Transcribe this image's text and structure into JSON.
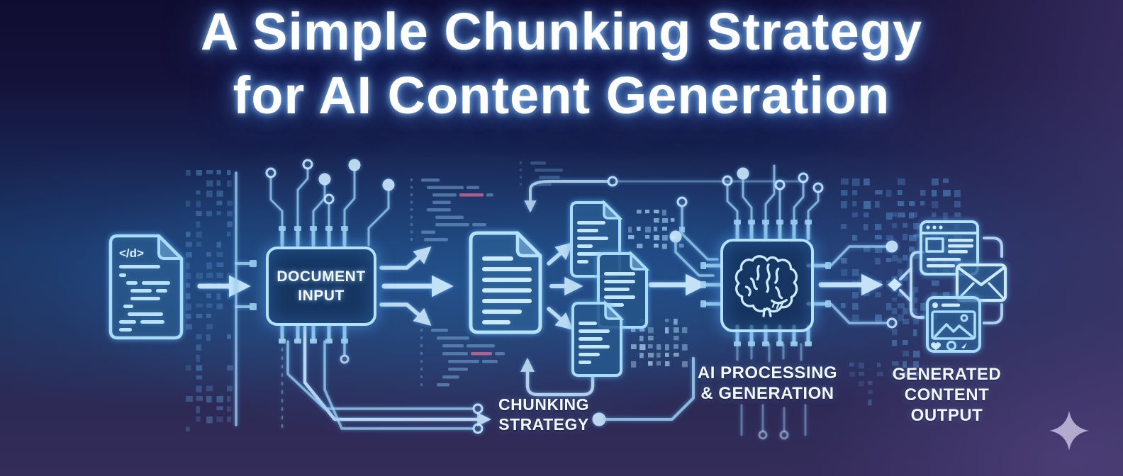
{
  "title": {
    "line1": "A Simple Chunking Strategy",
    "line2": "for AI Content Generation"
  },
  "flow": {
    "source_document": {
      "tag": "</d>"
    },
    "document_input": {
      "line1": "DOCUMENT",
      "line2": "INPUT"
    },
    "chunking_strategy": {
      "line1": "CHUNKING",
      "line2": "STRATEGY"
    },
    "ai_processing": {
      "line1": "AI PROCESSING",
      "line2": "& GENERATION"
    },
    "generated_output": {
      "line1": "GENERATED",
      "line2": "CONTENT OUTPUT"
    }
  },
  "icons": {
    "source": "code-document-icon",
    "document": "document-icon",
    "chunks": "chunk-document-icon",
    "ai": "brain-chip-icon",
    "outputs": [
      "browser-icon",
      "envelope-icon",
      "social-post-icon"
    ],
    "decoration": "sparkle-icon"
  },
  "colors": {
    "background_top": "#100d31",
    "background_bottom": "#342c59",
    "circuit_blue": "#9fd2f0",
    "bright_stroke": "#cdeafc",
    "glow_blue": "#4aa8e8",
    "panel_fill": "#0d2648",
    "accent_pink": "#e06a9a",
    "label_text": "#f2f8ff",
    "sparkle": "#b3abce"
  }
}
